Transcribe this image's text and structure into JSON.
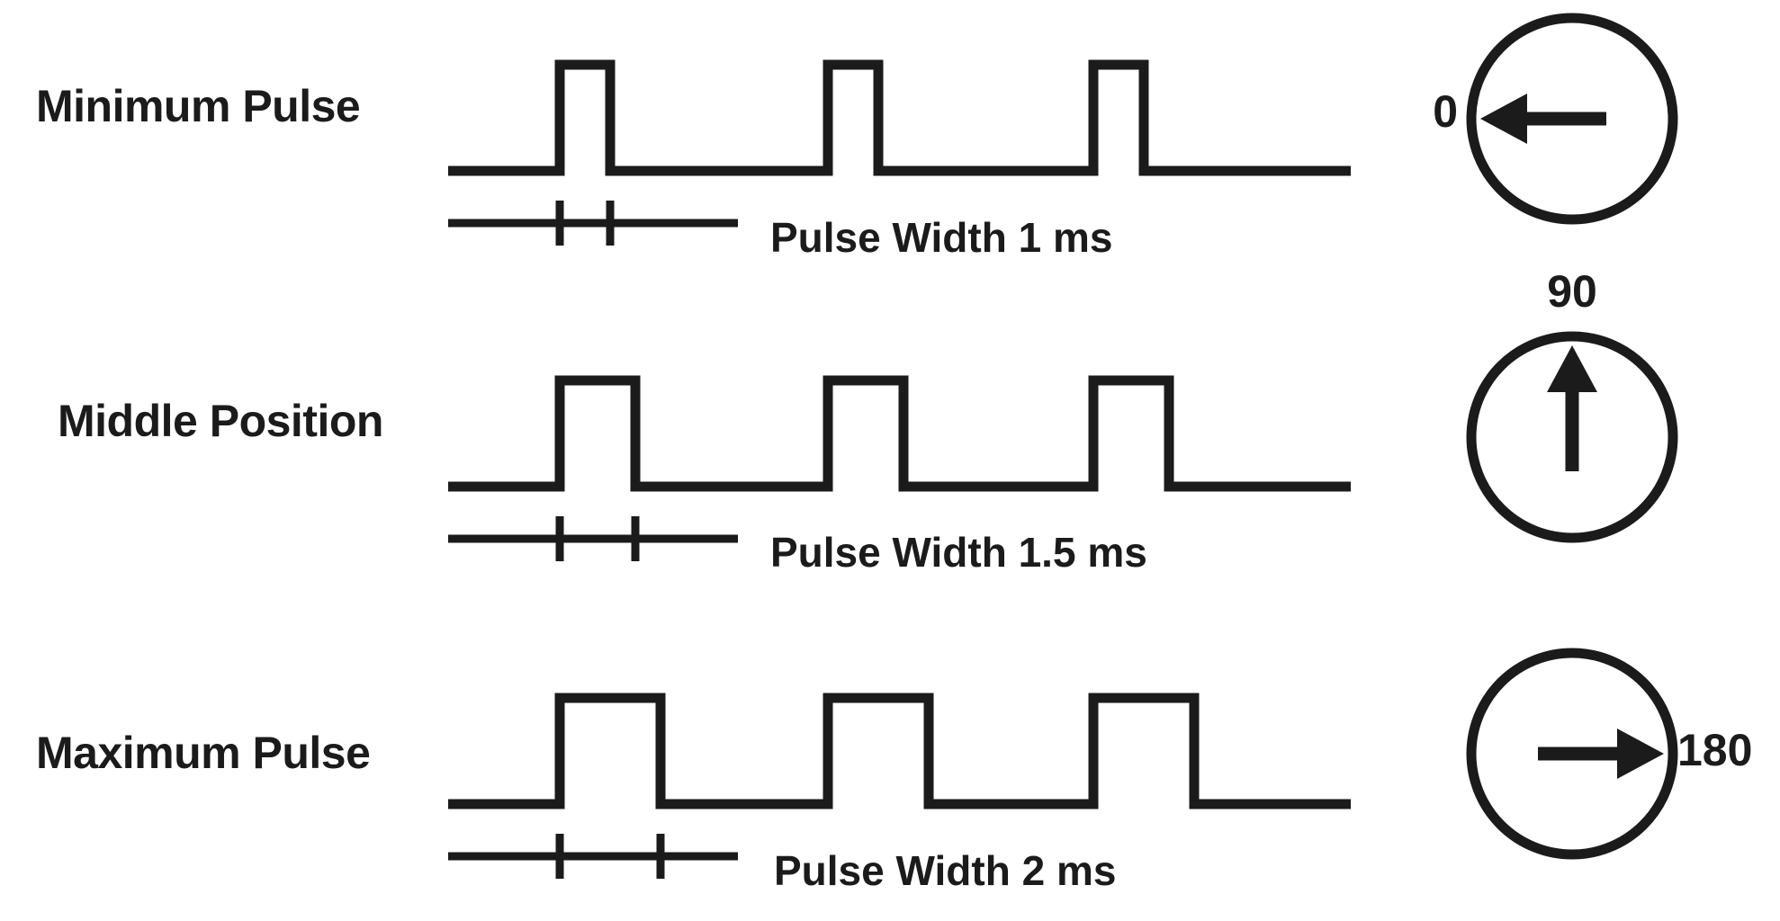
{
  "colors": {
    "ink": "#1b1b1b",
    "background": "#ffffff"
  },
  "rows": [
    {
      "label": "Minimum Pulse",
      "pulse_width_ms": 1,
      "width_label": "Pulse Width 1 ms",
      "angle_deg": 0,
      "angle_label": "0",
      "pulses_shown": 3
    },
    {
      "label": "Middle Position",
      "pulse_width_ms": 1.5,
      "width_label": "Pulse Width 1.5 ms",
      "angle_deg": 90,
      "angle_label": "90",
      "pulses_shown": 3
    },
    {
      "label": "Maximum Pulse",
      "pulse_width_ms": 2,
      "width_label": "Pulse Width 2 ms",
      "angle_deg": 180,
      "angle_label": "180",
      "pulses_shown": 3
    }
  ]
}
